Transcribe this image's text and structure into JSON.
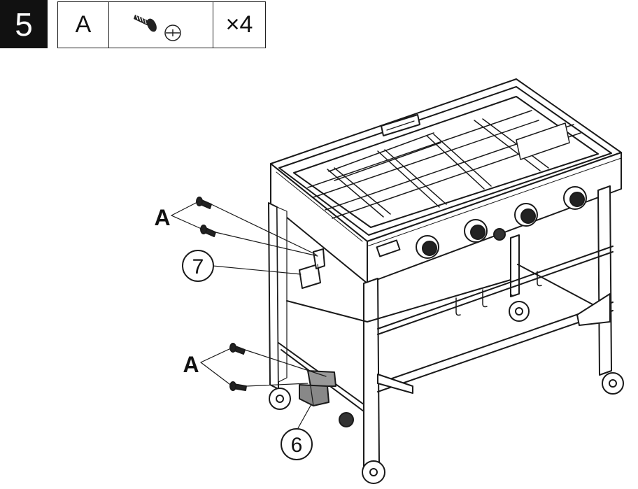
{
  "step": {
    "number": "5"
  },
  "parts": {
    "letter": "A",
    "icon": "bolt-icon",
    "quantity": "×4"
  },
  "callouts": {
    "part_7": "7",
    "part_6": "6",
    "bolts_upper": "A",
    "bolts_lower": "A"
  }
}
